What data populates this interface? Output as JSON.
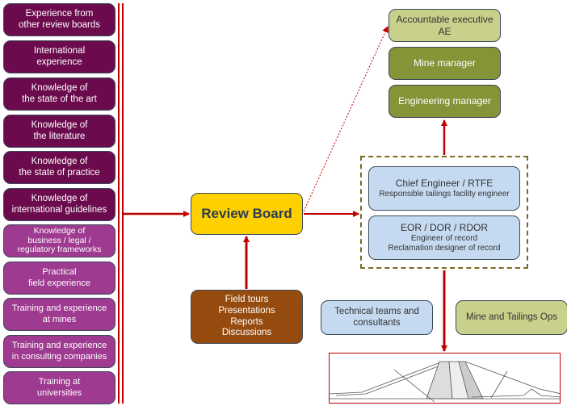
{
  "diagram": {
    "left_column": [
      {
        "lines": [
          "Experience from",
          "other review boards"
        ],
        "shade": "dark"
      },
      {
        "lines": [
          "International",
          "experience"
        ],
        "shade": "dark"
      },
      {
        "lines": [
          "Knowledge of",
          "the state of the art"
        ],
        "shade": "dark"
      },
      {
        "lines": [
          "Knowledge of",
          "the literature"
        ],
        "shade": "dark"
      },
      {
        "lines": [
          "Knowledge of",
          "the state of practice"
        ],
        "shade": "dark"
      },
      {
        "lines": [
          "Knowledge of",
          "international guidelines"
        ],
        "shade": "dark"
      },
      {
        "lines": [
          "Knowledge of",
          "business / legal /",
          "regulatory frameworks"
        ],
        "shade": "light"
      },
      {
        "lines": [
          "Practical",
          "field experience"
        ],
        "shade": "light"
      },
      {
        "lines": [
          "Training and experience",
          "at mines"
        ],
        "shade": "light"
      },
      {
        "lines": [
          "Training and experience",
          "in consulting companies"
        ],
        "shade": "light"
      },
      {
        "lines": [
          "Training at",
          "universities"
        ],
        "shade": "light"
      }
    ],
    "review_board": {
      "label": "Review Board"
    },
    "inputs_box": {
      "lines": [
        "Field tours",
        "Presentations",
        "Reports",
        "Discussions"
      ]
    },
    "management": [
      {
        "lines": [
          "Accountable executive",
          "AE"
        ]
      },
      {
        "lines": [
          "Mine manager"
        ]
      },
      {
        "lines": [
          "Engineering manager"
        ]
      }
    ],
    "engineers": [
      {
        "title": "Chief Engineer / RTFE",
        "subtitle": [
          "Responsible tailings facility engineer"
        ]
      },
      {
        "title": "EOR / DOR / RDOR",
        "subtitle": [
          "Engineer of record",
          "Reclamation designer of record"
        ]
      }
    ],
    "technical_teams": {
      "lines": [
        "Technical teams and",
        "consultants"
      ]
    },
    "mine_ops": {
      "lines": [
        "Mine and Tailings Ops"
      ]
    },
    "drawing": {
      "label": "dam cross-section drawing"
    },
    "colors": {
      "arrow": "#c00000",
      "left_dark": "#6b0a4c",
      "left_light": "#9e3a90",
      "review_board": "#fed000",
      "inputs": "#964b0e",
      "ae": "#c8d08b",
      "olive": "#869438",
      "blue": "#c5daf0"
    }
  }
}
